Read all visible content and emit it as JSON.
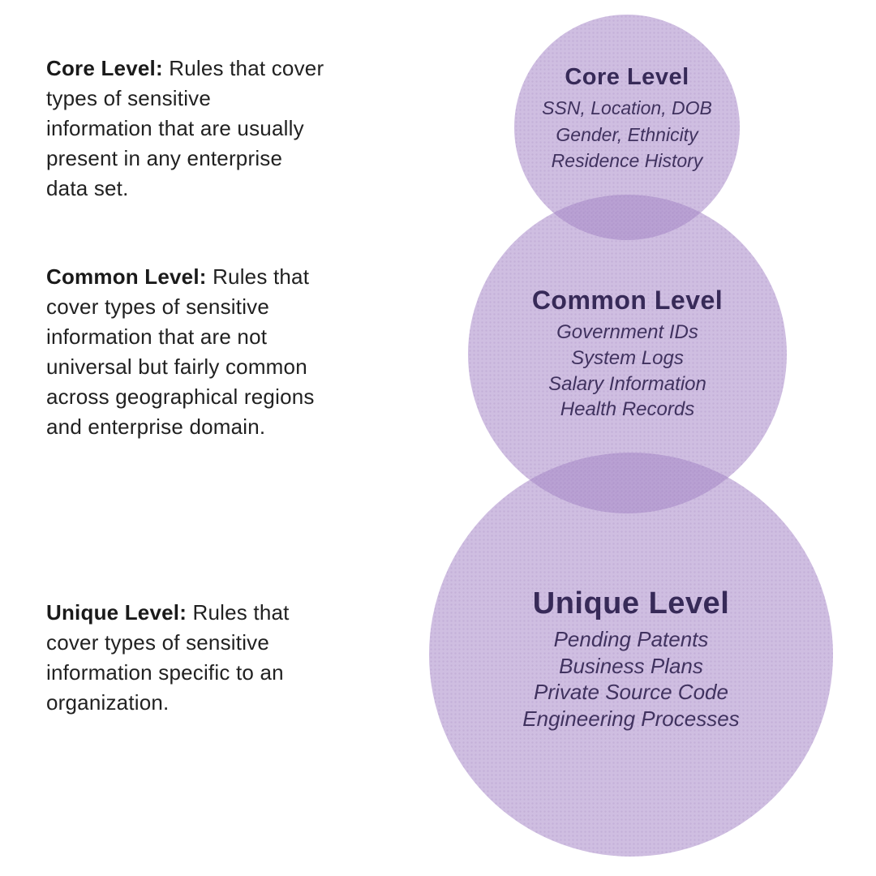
{
  "colors": {
    "page_bg": "#ffffff",
    "circle_fill": "rgba(167,136,201,0.55)",
    "circle_overlap": "#bca4d4",
    "heading_text": "#372a58",
    "item_text": "#40325f",
    "body_text": "#212121",
    "body_label": "#1a1a1a"
  },
  "left_column": {
    "paragraphs": [
      {
        "label": "Core Level:",
        "first_line_rest": " Rules that cover",
        "rest_lines": [
          "types of sensitive",
          "information that are usually",
          "present in any enterprise",
          "data set."
        ]
      },
      {
        "label": "Common Level:",
        "first_line_rest": " Rules that",
        "rest_lines": [
          "cover types of sensitive",
          "information that are not",
          "universal but fairly common",
          "across geographical regions",
          "and enterprise domain."
        ]
      },
      {
        "label": "Unique Level:",
        "first_line_rest": " Rules that",
        "rest_lines": [
          "cover types of sensitive",
          "information specific to an",
          "organization."
        ]
      }
    ]
  },
  "circles": [
    {
      "title": "Core Level",
      "items": [
        "SSN, Location, DOB",
        "Gender, Ethnicity",
        "Residence History"
      ]
    },
    {
      "title": "Common Level",
      "items": [
        "Government IDs",
        "System Logs",
        "Salary Information",
        "Health Records"
      ]
    },
    {
      "title": "Unique Level",
      "items": [
        "Pending Patents",
        "Business Plans",
        "Private Source Code",
        "Engineering Processes"
      ]
    }
  ]
}
